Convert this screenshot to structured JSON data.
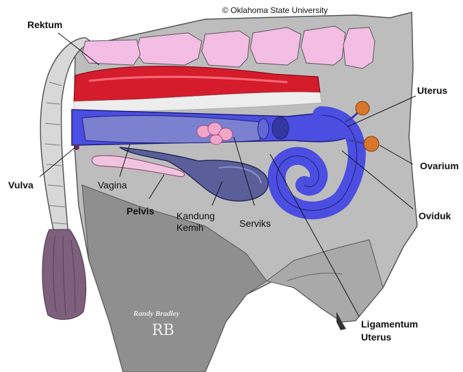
{
  "copyright": "© Oklahoma State University",
  "signature": "Randy Bradley",
  "signature_mark": "RB",
  "labels": {
    "rektum": "Rektum",
    "uterus": "Uterus",
    "vulva": "Vulva",
    "vagina": "Vagina",
    "ovarium": "Ovarium",
    "pelvis": "Pelvis",
    "oviduk": "Oviduk",
    "kandung_kemih_1": "Kandung",
    "kandung_kemih_2": "Kemih",
    "serviks": "Serviks",
    "ligamentum_1": "Ligamentum",
    "ligamentum_2": "Uterus"
  },
  "colors": {
    "body": "#9c9c9c",
    "body_light": "#c8c8c8",
    "spine": "#f4bfe6",
    "rectum": "#d41c2c",
    "reproductive": "#4b4ee0",
    "vagina": "#7478cf",
    "bladder": "#5a5f9a",
    "ovary": "#d8772c",
    "pelvis": "#f0c4df",
    "tail": "#8a6a86"
  }
}
